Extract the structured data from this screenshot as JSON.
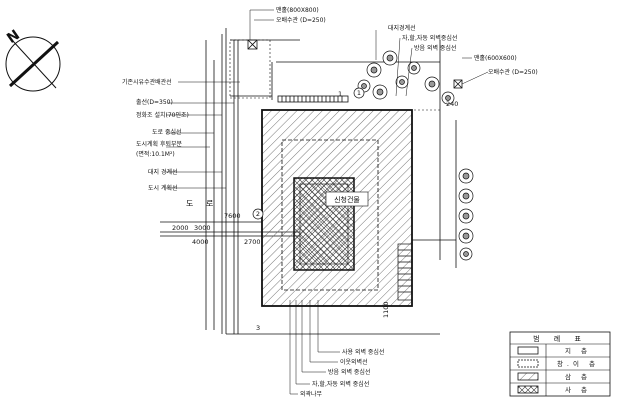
{
  "compass": {
    "north_label": "N"
  },
  "labels_left": [
    "기존시유수관배관선",
    "출선(D=350)",
    "정화조 설치(70인조)",
    "도로 중심선",
    "도시계획 후퇴부분",
    "(면적:10.1M²)",
    "대지 경계선",
    "도시 계획선"
  ],
  "labels_top": [
    "맨홀(800X800)",
    "오배수관 (D=250)",
    "대지경계선",
    "자,할,자동 외벽중심선",
    "방음 외벽 중심선",
    "맨홀(600X600)",
    "오배수관 (D=250)"
  ],
  "labels_bottom": [
    "사용 외벽 중심선",
    "이웃외벽선",
    "방음 외벽 중심선",
    "자,할,자동 외벽 중심선",
    "외곽나무"
  ],
  "road_label": [
    "도",
    "로"
  ],
  "building_label": "신청건물",
  "dimensions": [
    "2000",
    "3000",
    "4000",
    "2700",
    "7600",
    "240",
    "1100",
    "3",
    "1"
  ],
  "circle_markers": [
    "1",
    "2"
  ],
  "legend": {
    "title": "범 례 표",
    "items": [
      {
        "label": "지  층"
      },
      {
        "label": "창.이  층"
      },
      {
        "label": "삼  층"
      },
      {
        "label": "사  층"
      }
    ]
  }
}
